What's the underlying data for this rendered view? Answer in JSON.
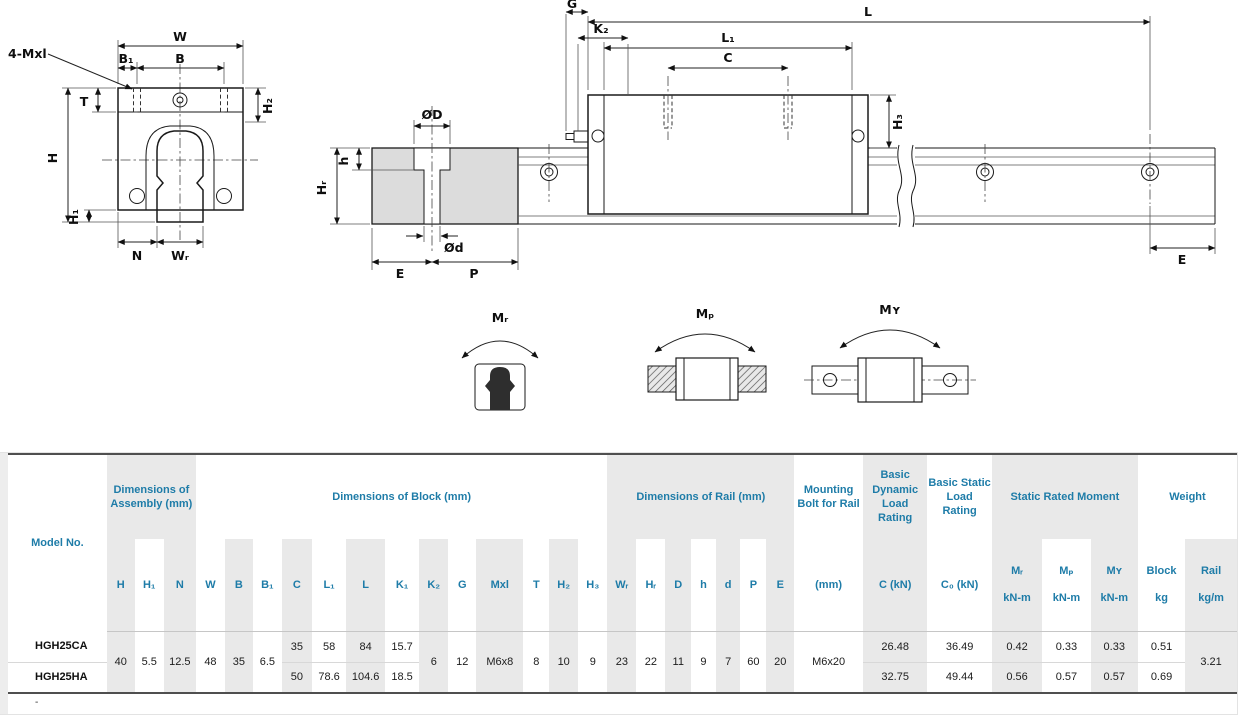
{
  "page": {
    "footnote": "-"
  },
  "diagrams": {
    "screw_label": "4-Mxl",
    "front": {
      "W": "W",
      "B1": "B₁",
      "B": "B",
      "T": "T",
      "H": "H",
      "H1": "H₁",
      "H2": "H₂",
      "N": "N",
      "WR": "Wᵣ"
    },
    "section": {
      "OD": "ØD",
      "Od": "Ød",
      "h": "h",
      "HR": "Hᵣ",
      "E": "E",
      "P": "P"
    },
    "side": {
      "G": "G",
      "K2": "K₂",
      "L": "L",
      "L1": "L₁",
      "C": "C",
      "H3": "H₃",
      "E": "E"
    },
    "moments": {
      "MR": "Mᵣ",
      "MP": "Mₚ",
      "MY": "Mʏ"
    }
  },
  "table": {
    "groups": {
      "model": "Model No.",
      "assembly": "Dimensions of Assembly (mm)",
      "block": "Dimensions of Block (mm)",
      "rail": "Dimensions of Rail (mm)",
      "bolt": "Mounting Bolt for Rail",
      "dynamic": "Basic Dynamic Load Rating",
      "static": "Basic Static Load Rating",
      "moment": "Static Rated Moment",
      "weight": "Weight"
    },
    "leaf_headers": [
      "H",
      "H₁",
      "N",
      "W",
      "B",
      "B₁",
      "C",
      "L₁",
      "L",
      "K₁",
      "K₂",
      "G",
      "Mxl",
      "T",
      "H₂",
      "H₃",
      "Wᵣ",
      "Hᵣ",
      "D",
      "h",
      "d",
      "P",
      "E"
    ],
    "units": {
      "bolt": "(mm)",
      "dynamic": "C (kN)",
      "static": "C₀ (kN)"
    },
    "moment_cols": [
      {
        "label": "Mᵣ",
        "unit": "kN-m"
      },
      {
        "label": "Mₚ",
        "unit": "kN-m"
      },
      {
        "label": "Mʏ",
        "unit": "kN-m"
      }
    ],
    "weight_cols": [
      {
        "label": "Block",
        "unit": "kg"
      },
      {
        "label": "Rail",
        "unit": "kg/m"
      }
    ],
    "shared": {
      "H": "40",
      "H1": "5.5",
      "N": "12.5",
      "W": "48",
      "B": "35",
      "B1": "6.5",
      "K2": "6",
      "G": "12",
      "Mxl": "M6x8",
      "T": "8",
      "H2": "10",
      "H3": "9",
      "WR": "23",
      "HR": "22",
      "D": "11",
      "h": "9",
      "d": "7",
      "P": "60",
      "E": "20",
      "bolt": "M6x20",
      "rail_weight": "3.21"
    },
    "rows": [
      {
        "model": "HGH25CA",
        "C": "35",
        "L1": "58",
        "L": "84",
        "K1": "15.7",
        "C_dyn": "26.48",
        "C0": "36.49",
        "MR": "0.42",
        "MP": "0.33",
        "MY": "0.33",
        "block_weight": "0.51"
      },
      {
        "model": "HGH25HA",
        "C": "50",
        "L1": "78.6",
        "L": "104.6",
        "K1": "18.5",
        "C_dyn": "32.75",
        "C0": "49.44",
        "MR": "0.56",
        "MP": "0.57",
        "MY": "0.57",
        "block_weight": "0.69"
      }
    ]
  }
}
